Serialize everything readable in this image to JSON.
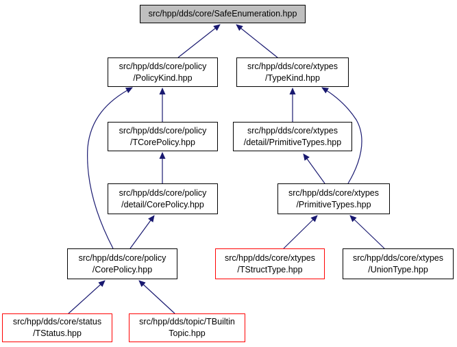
{
  "colors": {
    "edge": "#191970",
    "root_fill": "#bfbfbf",
    "node_border": "#000000",
    "missing_border": "#ff0000"
  },
  "nodes": {
    "safe_enumeration": {
      "line1": "src/hpp/dds/core/SafeEnumeration.hpp"
    },
    "policy_kind": {
      "line1": "src/hpp/dds/core/policy",
      "line2": "/PolicyKind.hpp"
    },
    "type_kind": {
      "line1": "src/hpp/dds/core/xtypes",
      "line2": "/TypeKind.hpp"
    },
    "tcore_policy": {
      "line1": "src/hpp/dds/core/policy",
      "line2": "/TCorePolicy.hpp"
    },
    "detail_primitive_types": {
      "line1": "src/hpp/dds/core/xtypes",
      "line2": "/detail/PrimitiveTypes.hpp"
    },
    "detail_core_policy": {
      "line1": "src/hpp/dds/core/policy",
      "line2": "/detail/CorePolicy.hpp"
    },
    "primitive_types": {
      "line1": "src/hpp/dds/core/xtypes",
      "line2": "/PrimitiveTypes.hpp"
    },
    "core_policy": {
      "line1": "src/hpp/dds/core/policy",
      "line2": "/CorePolicy.hpp"
    },
    "tstruct_type": {
      "line1": "src/hpp/dds/core/xtypes",
      "line2": "/TStructType.hpp"
    },
    "union_type": {
      "line1": "src/hpp/dds/core/xtypes",
      "line2": "/UnionType.hpp"
    },
    "tstatus": {
      "line1": "src/hpp/dds/core/status",
      "line2": "/TStatus.hpp"
    },
    "tbuiltin_topic": {
      "line1": "src/hpp/dds/topic/TBuiltin",
      "line2": "Topic.hpp"
    }
  }
}
